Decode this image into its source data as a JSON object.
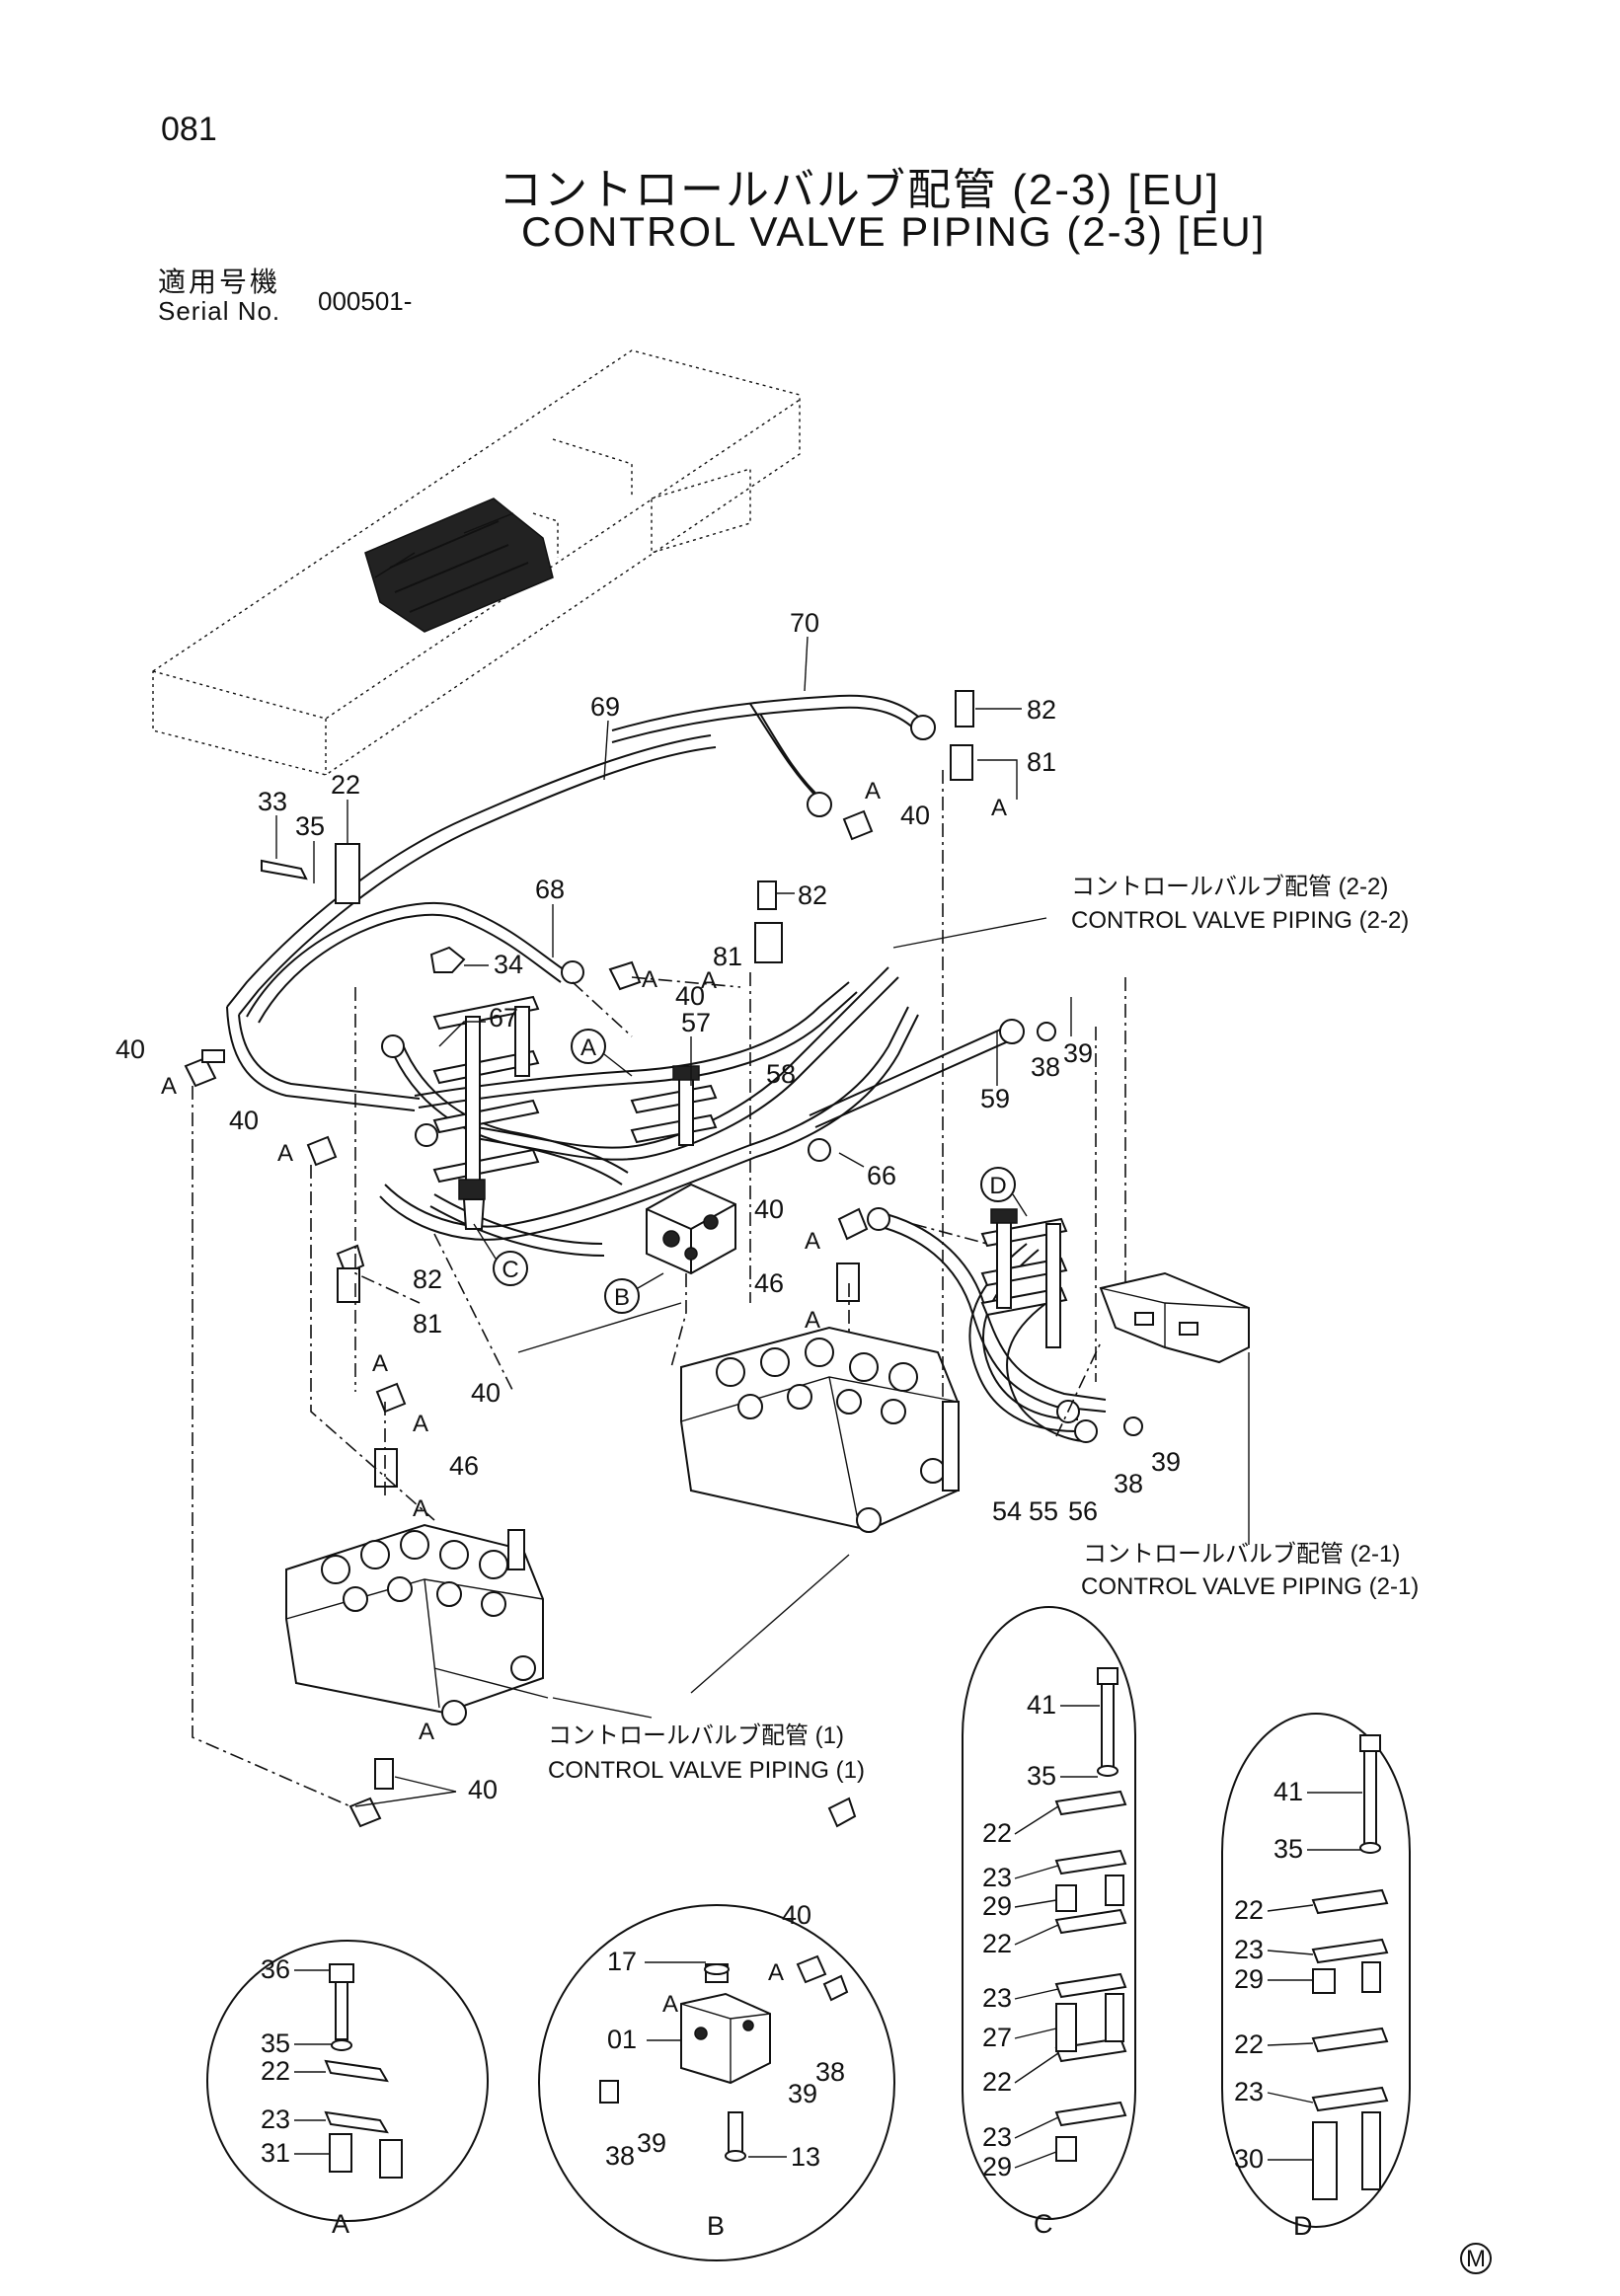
{
  "page_number": "081",
  "title_ja": "コントロールバルブ配管 (2-3) [EU]",
  "title_en": "CONTROL VALVE PIPING (2-3) [EU]",
  "serial": {
    "label_ja": "適用号機",
    "label_en": "Serial No.",
    "value": "000501-"
  },
  "references": [
    {
      "ja": "コントロールバルブ配管 (2-2)",
      "en": "CONTROL VALVE PIPING (2-2)"
    },
    {
      "ja": "コントロールバルブ配管 (2-1)",
      "en": "CONTROL VALVE PIPING (2-1)"
    },
    {
      "ja": "コントロールバルブ配管 (1)",
      "en": "CONTROL VALVE PIPING (1)"
    }
  ],
  "callouts": [
    "A",
    "B",
    "C",
    "D"
  ],
  "main_labels": {
    "p70": "70",
    "p69": "69",
    "p82": "82",
    "p81": "81",
    "p40": "40",
    "p33": "33",
    "p35": "35",
    "p22": "22",
    "p68": "68",
    "p34": "34",
    "p67": "67",
    "p57": "57",
    "p58": "58",
    "p59": "59",
    "p38": "38",
    "p39": "39",
    "p66": "66",
    "p46": "46",
    "p54": "54",
    "p55": "55",
    "p56": "56",
    "A": "A"
  },
  "detail_A": {
    "caption": "A",
    "labels": [
      "36",
      "35",
      "22",
      "23",
      "31"
    ]
  },
  "detail_B": {
    "caption": "B",
    "labels": [
      "17",
      "A",
      "40",
      "A",
      "01",
      "39",
      "38",
      "38",
      "39",
      "13"
    ]
  },
  "detail_C": {
    "caption": "C",
    "labels": [
      "41",
      "35",
      "22",
      "23",
      "29",
      "22",
      "23",
      "27",
      "22",
      "23",
      "29"
    ]
  },
  "detail_D": {
    "caption": "D",
    "labels": [
      "41",
      "35",
      "22",
      "23",
      "29",
      "22",
      "23",
      "30"
    ]
  },
  "manufacturer_mark": "M"
}
